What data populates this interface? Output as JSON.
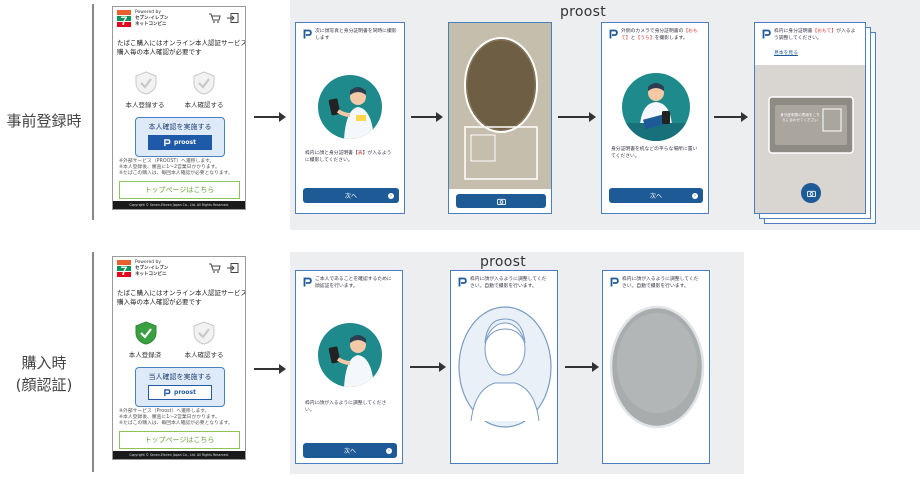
{
  "rows": [
    {
      "label_lines": [
        "事前登録時"
      ]
    },
    {
      "label_lines": [
        "購入時",
        "(顔認証)"
      ]
    }
  ],
  "proost_label": "proost",
  "shop": {
    "powered_lines": [
      "Powered by",
      "セブン-イレブン",
      "ネットコンビニ"
    ],
    "intro_lines": [
      "たばこ購入にはオンライン本人認証サービスへの登録に",
      "購入毎の本人確認が必要です"
    ],
    "step1_label": "本人登録する",
    "step1_done_label": "本人登録済",
    "step2_label": "本人確認する",
    "verify_label": "本人確認を実施する",
    "verify_label_purchase": "当人確認を実施する",
    "proost_button": "proost",
    "notes_registration": [
      "※外部サービス（PROOST）へ遷移します。",
      "※本人登録後、審査に1～2営業日かかります。",
      "※たばこの購入は、毎回本人確認が必要となります。"
    ],
    "notes_purchase": [
      "※外部サービス（Proost）へ遷移します。",
      "※本人登録後、審査に1～2営業日かかります。",
      "※たばこの購入は、毎回本人確認が必要となります。"
    ],
    "top_button": "トップページはこちら",
    "footer": "Copyright © Seven-Eleven Japan Co., Ltd. All Rights Reserved."
  },
  "registration_screens": {
    "s1_header": "次に顔写真と身分証明書を同時に撮影します",
    "s1_body_pre": "枠内に顔と身分証明書【",
    "s1_body_red": "表",
    "s1_body_post": "】が入るように撮影してください。",
    "s1_button": "次へ",
    "s3_header_pre": "外側のカメラで身分証明書の",
    "s3_header_red1": "【おもて】",
    "s3_header_mid": "と",
    "s3_header_red2": "【うら】",
    "s3_header_post": "を撮影します。",
    "s3_body": "身分証明書を机などの平らな場所に置いてください。",
    "s3_button": "次へ",
    "s4_header_pre": "枠内に身分証明書",
    "s4_header_red": "【おもて】",
    "s4_header_post": "が入るよう調整してください。",
    "s4_link": "見本を見る",
    "s4_card_text": "身分証明書の表面をこちらに合わせてください"
  },
  "purchase_screens": {
    "p1_header": "ご本人であることを確認するために顔認証を行います。",
    "p1_body": "枠内に顔が入るように調整してください。",
    "p1_button": "次へ",
    "p2_header": "枠内に顔が入るように調整してください。自動で撮影を行います。",
    "p3_header": "枠内に顔が入るように調整してください。自動で撮影を行います。"
  },
  "colors": {
    "brand_blue": "#1e5a96",
    "frame_blue": "#4a7fc1",
    "accent_red": "#e23b3b",
    "check_green": "#3aa041",
    "top_button_green": "#8ec35a"
  }
}
